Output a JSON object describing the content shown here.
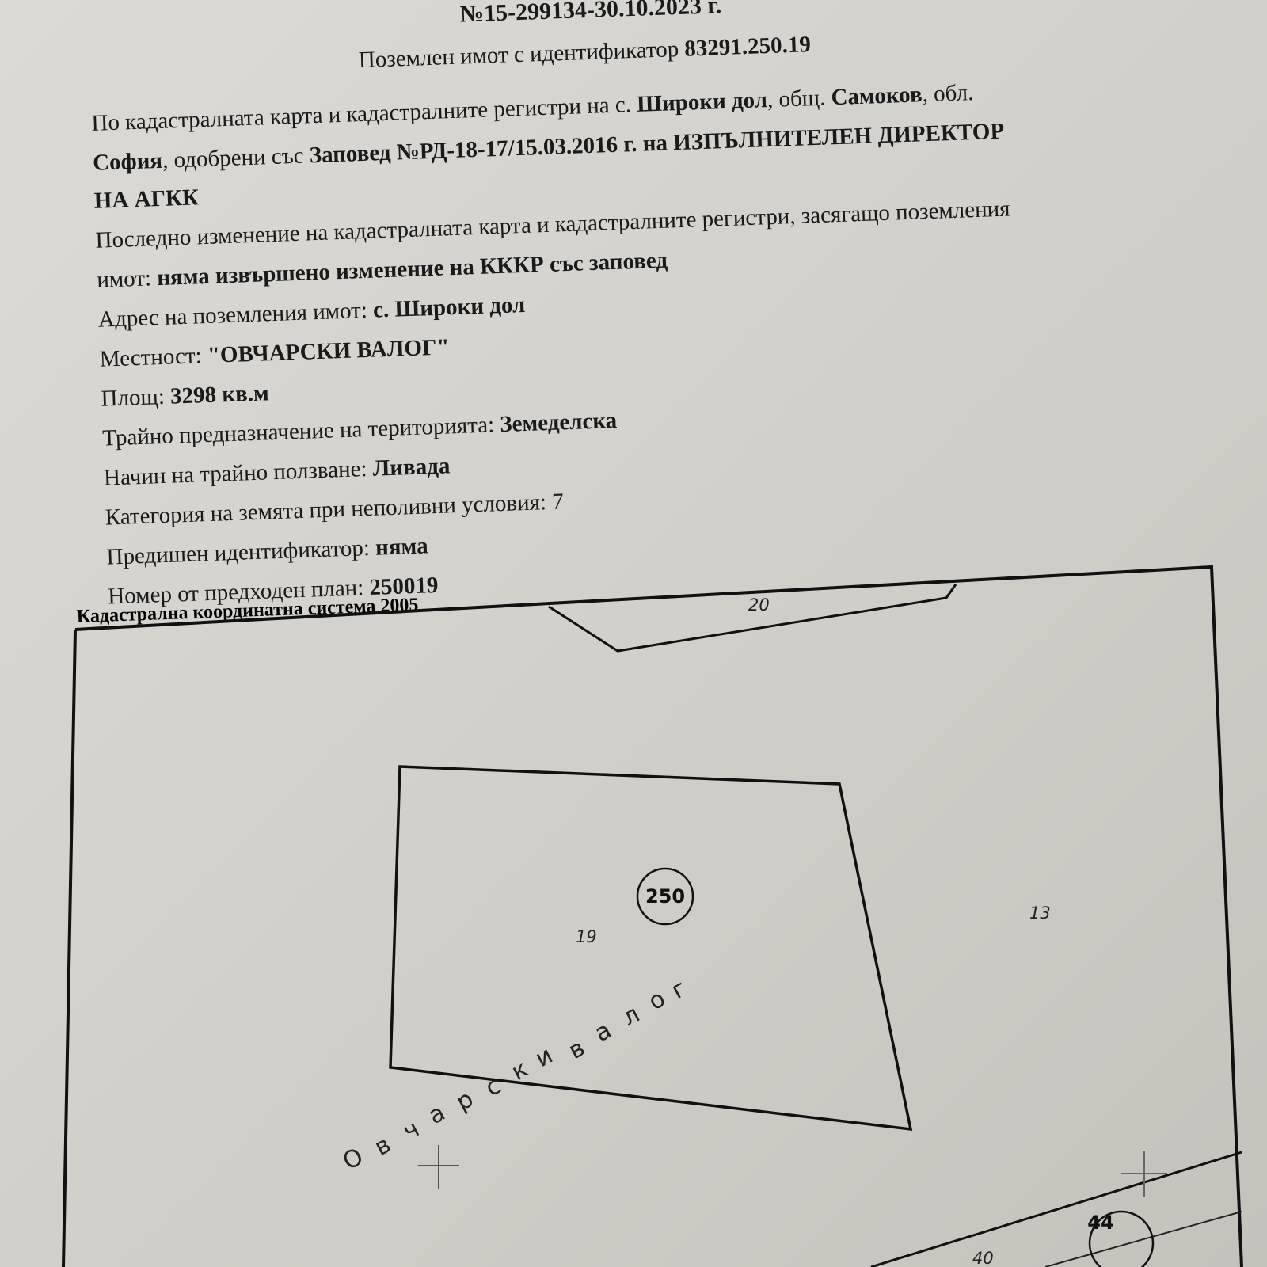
{
  "header": {
    "reference": "№15-299134-30.10.2023 г.",
    "title_prefix": "Поземлен имот с идентификатор ",
    "identifier": "83291.250.19"
  },
  "lines": [
    [
      {
        "t": "По кадастралната карта и кадастралните регистри на с. ",
        "b": false
      },
      {
        "t": "Широки дол",
        "b": true
      },
      {
        "t": ", общ. ",
        "b": false
      },
      {
        "t": "Самоков",
        "b": true
      },
      {
        "t": ", обл.",
        "b": false
      }
    ],
    [
      {
        "t": "София",
        "b": true
      },
      {
        "t": ", одобрени със ",
        "b": false
      },
      {
        "t": "Заповед №РД-18-17/15.03.2016 г. на ИЗПЪЛНИТЕЛЕН ДИРЕКТОР",
        "b": true
      }
    ],
    [
      {
        "t": "НА АГКК",
        "b": true
      }
    ],
    [
      {
        "t": "Последно изменение на кадастралната карта и кадастралните регистри, засягащо поземления",
        "b": false
      }
    ],
    [
      {
        "t": "имот: ",
        "b": false
      },
      {
        "t": "няма извършено изменение на КККР със заповед",
        "b": true
      }
    ],
    [
      {
        "t": "Адрес на поземления имот: ",
        "b": false
      },
      {
        "t": "с. Широки дол",
        "b": true
      }
    ],
    [
      {
        "t": "Местност: ",
        "b": false
      },
      {
        "t": "\"ОВЧАРСКИ ВАЛОГ\"",
        "b": true
      }
    ],
    [
      {
        "t": "Площ: ",
        "b": false
      },
      {
        "t": "3298 кв.м",
        "b": true
      }
    ],
    [
      {
        "t": "Трайно предназначение на територията: ",
        "b": false
      },
      {
        "t": "Земеделска",
        "b": true
      }
    ],
    [
      {
        "t": "Начин на трайно ползване: ",
        "b": false
      },
      {
        "t": "Ливада",
        "b": true
      }
    ],
    [
      {
        "t": "Категория на земята при неполивни условия: ",
        "b": false
      },
      {
        "t": "7",
        "b": false
      }
    ],
    [
      {
        "t": "Предишен идентификатор: ",
        "b": false
      },
      {
        "t": "няма",
        "b": true
      }
    ],
    [
      {
        "t": "Номер от предходен план: ",
        "b": false
      },
      {
        "t": "250019",
        "b": true
      }
    ]
  ],
  "map": {
    "caption": "Кадастрална координатна система 2005",
    "labels": {
      "parcel_20": "20",
      "parcel_19": "19",
      "parcel_13": "13",
      "block_250": "250",
      "block_44": "44",
      "parcel_40": "40"
    },
    "locality_letters": [
      "О",
      "в",
      "ч",
      "а",
      "р",
      "с",
      "к",
      "и",
      "в",
      "а",
      "л",
      "о",
      "г"
    ]
  }
}
